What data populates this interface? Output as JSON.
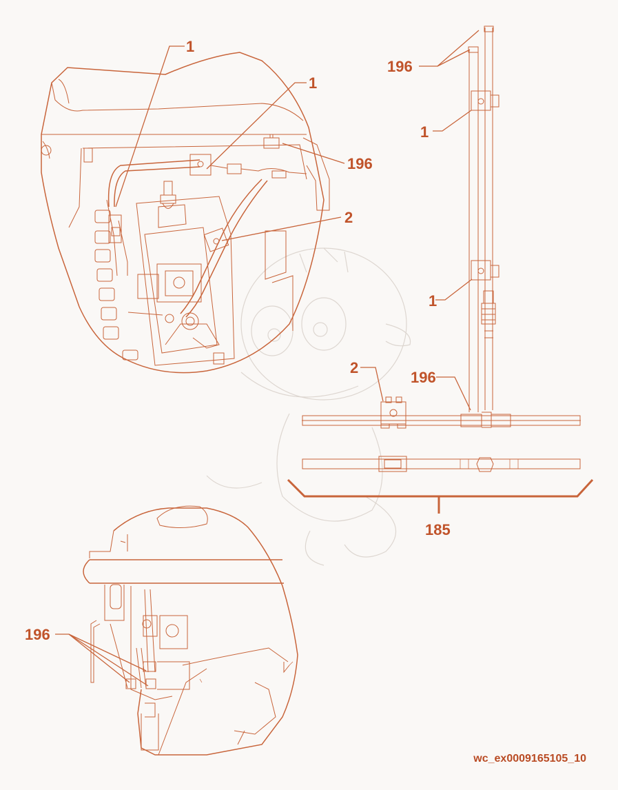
{
  "labels": {
    "a_1": "1",
    "a_1b": "1",
    "a_196": "196",
    "a_2": "2",
    "b_196_top": "196",
    "b_1_upper": "1",
    "b_1_lower": "1",
    "b_2": "2",
    "b_196_bottom": "196",
    "b_185": "185",
    "c_196": "196"
  },
  "reference_code": "wc_ex0009165105_10",
  "colors": {
    "line": "#c8643a",
    "label": "#c0532a",
    "background": "#faf8f6"
  }
}
